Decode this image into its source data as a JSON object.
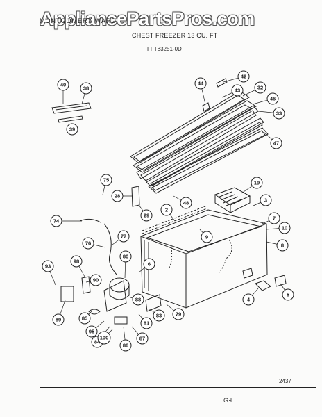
{
  "watermark": "AppliancePartsPros.com",
  "header": {
    "left_text": "MONTGOMERY WARD",
    "title": "CHEST FREEZER 13 CU. FT",
    "model": "FFT83251-0D"
  },
  "page_number": "2437",
  "footer_mark": "G·ł",
  "callouts": [
    "40",
    "38",
    "39",
    "44",
    "42",
    "43",
    "32",
    "46",
    "33",
    "47",
    "75",
    "28",
    "29",
    "19",
    "3",
    "7",
    "10",
    "8",
    "2",
    "9",
    "48",
    "74",
    "77",
    "76",
    "80",
    "6",
    "98",
    "93",
    "90",
    "89",
    "85",
    "95",
    "84",
    "100",
    "86",
    "87",
    "81",
    "83",
    "88",
    "79",
    "4",
    "5"
  ]
}
